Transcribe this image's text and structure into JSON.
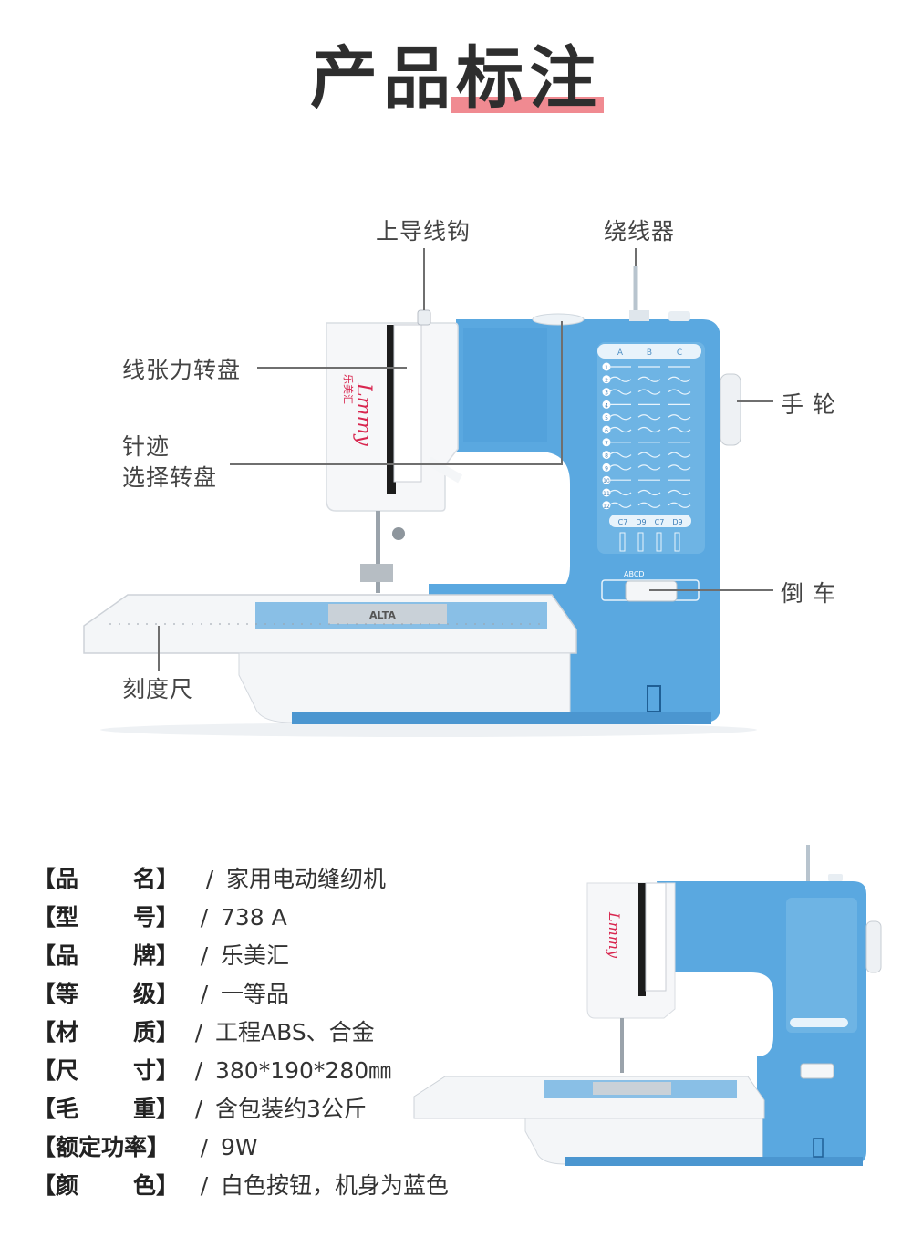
{
  "title": "产品标注",
  "callouts": {
    "upper_thread_guide": "上导线钩",
    "bobbin_winder": "绕线器",
    "tension_dial": "线张力转盘",
    "stitch_dial_line1": "针迹",
    "stitch_dial_line2": "选择转盘",
    "handwheel": "手 轮",
    "reverse": "倒 车",
    "ruler": "刻度尺"
  },
  "machine_panel": {
    "brand_script": "Lmmy",
    "brand_cn": "乐美汇",
    "columns": [
      "A",
      "B",
      "C"
    ],
    "rows": [
      "1",
      "2",
      "3",
      "4",
      "5",
      "6",
      "7",
      "8",
      "9",
      "10",
      "11",
      "12"
    ],
    "buttonhole_codes": [
      "C7",
      "D9",
      "C7",
      "D9"
    ],
    "slider_labels": "ABCD",
    "plate_text": "ALTA"
  },
  "specs": [
    {
      "key_left": "【品",
      "key_right": "名】",
      "value": "家用电动缝纫机"
    },
    {
      "key_left": "【型",
      "key_right": "号】",
      "value": "738 A"
    },
    {
      "key_left": "【品",
      "key_right": "牌】",
      "value": "乐美汇"
    },
    {
      "key_left": "【等",
      "key_right": "级】",
      "value": "一等品"
    },
    {
      "key_left": "【材",
      "key_right": "质】",
      "value": "工程ABS、合金"
    },
    {
      "key_left": "【尺",
      "key_right": "寸】",
      "value": "380*190*280㎜"
    },
    {
      "key_left": "【毛",
      "key_right": "重】",
      "value": "含包装约3公斤"
    },
    {
      "key_left": "【额定功率】",
      "key_right": "",
      "value": "9W"
    },
    {
      "key_left": "【颜",
      "key_right": "色】",
      "value": "白色按钮，机身为蓝色"
    }
  ],
  "separator": "/",
  "colors": {
    "body_blue": "#5aa8e0",
    "white_part": "#f4f6f8",
    "accent_pink": "#f08a91",
    "leader_line": "#6f6f6f",
    "brand_red": "#d8264f"
  }
}
